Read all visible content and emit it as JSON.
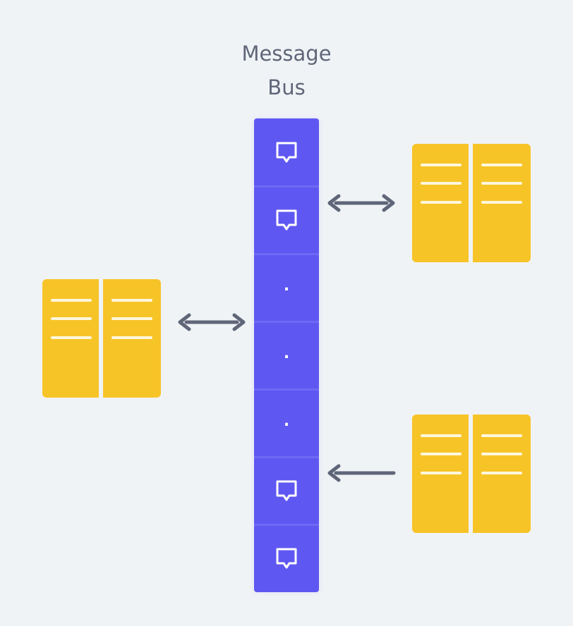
{
  "title": {
    "line1": "Message",
    "line2": "Bus"
  },
  "colors": {
    "background": "#f0f3f6",
    "bus": "#5f57f2",
    "bus_divider": "#7069f4",
    "service": "#f7c428",
    "service_line": "#fff7dc",
    "arrow": "#5f6678",
    "title": "#5f6678"
  },
  "bus_slots": [
    {
      "kind": "message",
      "icon": "message-icon"
    },
    {
      "kind": "message",
      "icon": "message-icon"
    },
    {
      "kind": "ellipsis",
      "text": "."
    },
    {
      "kind": "ellipsis",
      "text": "."
    },
    {
      "kind": "ellipsis",
      "text": "."
    },
    {
      "kind": "message",
      "icon": "message-icon"
    },
    {
      "kind": "message",
      "icon": "message-icon"
    }
  ],
  "services": [
    {
      "name": "service-left",
      "connection": "bidirectional"
    },
    {
      "name": "service-top-right",
      "connection": "bidirectional"
    },
    {
      "name": "service-bottom-right",
      "connection": "to-bus"
    }
  ]
}
